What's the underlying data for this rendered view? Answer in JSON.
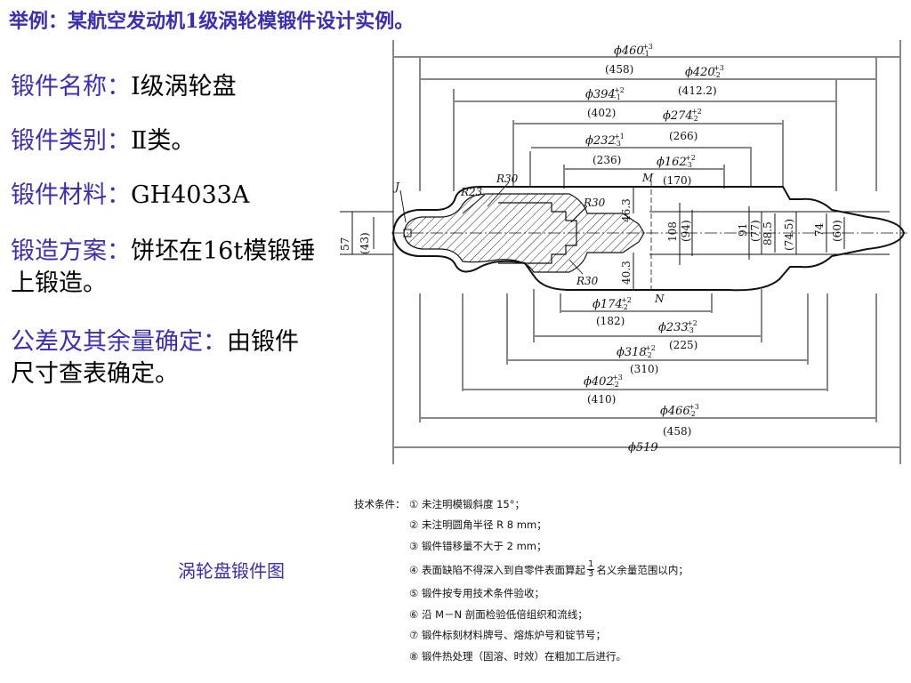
{
  "header": {
    "title": "举例：某航空发动机1级涡轮模锻件设计实例。"
  },
  "info": [
    {
      "key": "锻件名称：",
      "value": "Ⅰ级涡轮盘"
    },
    {
      "key": "锻件类别：",
      "value": "Ⅱ类。"
    },
    {
      "key": "锻件材料：",
      "value": "GH4033A"
    },
    {
      "key": "锻造方案：",
      "value": "饼坯在16t模锻锤上锻造。"
    },
    {
      "key": "公差及其余量确定：",
      "value": "由锻件尺寸查表确定。"
    }
  ],
  "caption": "涡轮盘锻件图",
  "drawing": {
    "top_dims": [
      {
        "main": "ϕ460",
        "tol_up": "+3",
        "tol_dn": "-1",
        "ref": "(458)"
      },
      {
        "main": "ϕ420",
        "tol_up": "+3",
        "tol_dn": "-2",
        "ref": "(412.2)"
      },
      {
        "main": "ϕ394",
        "tol_up": "+2",
        "tol_dn": "-1",
        "ref": "(402)"
      },
      {
        "main": "ϕ274",
        "tol_up": "+2",
        "tol_dn": "-2",
        "ref": "(266)"
      },
      {
        "main": "ϕ232",
        "tol_up": "+1",
        "tol_dn": "-3",
        "ref": "(236)"
      },
      {
        "main": "ϕ162",
        "tol_up": "+2",
        "tol_dn": "-3",
        "ref": "(170)"
      }
    ],
    "bottom_dims": [
      {
        "main": "ϕ174",
        "tol_up": "+2",
        "tol_dn": "-2",
        "ref": "(182)"
      },
      {
        "main": "ϕ233",
        "tol_up": "+2",
        "tol_dn": "-3",
        "ref": "(225)"
      },
      {
        "main": "ϕ318",
        "tol_up": "+2",
        "tol_dn": "-2",
        "ref": "(310)"
      },
      {
        "main": "ϕ402",
        "tol_up": "+3",
        "tol_dn": "-2",
        "ref": "(410)"
      },
      {
        "main": "ϕ466",
        "tol_up": "+3",
        "tol_dn": "-2",
        "ref": "(458)"
      },
      {
        "main": "ϕ519",
        "tol_up": "",
        "tol_dn": "",
        "ref": ""
      }
    ],
    "labels": {
      "r30_a": "R30",
      "r23": "R23",
      "r30_b": "R30",
      "r30_c": "R30",
      "j": "J",
      "m": "M",
      "n": "N",
      "h57": "57",
      "h43": "(43)",
      "h463": "46.3",
      "h403": "40.3",
      "v108": "108",
      "v94": "(94)",
      "v91": "91",
      "v77": "(77)",
      "v885": "88.5",
      "v745": "(74.5)",
      "v74": "74",
      "v60": "(60)"
    }
  },
  "tech": {
    "lead": "技术条件：",
    "items": [
      "① 未注明模锻斜度 15°；",
      "② 未注明圆角半径 R 8 mm；",
      "③ 锻件错移量不大于 2 mm；",
      "④ 表面缺陷不得深入到自零件表面算起",
      "名义余量范围以内；",
      "⑤ 锻件按专用技术条件验收；",
      "⑥ 沿 M－N 剖面检验低倍组织和流线；",
      "⑦ 锻件标刻材料牌号、熔炼炉号和锭节号；",
      "⑧ 锻件热处理（固溶、时效）在粗加工后进行。"
    ],
    "fraction": {
      "num": "1",
      "den": "3"
    }
  }
}
